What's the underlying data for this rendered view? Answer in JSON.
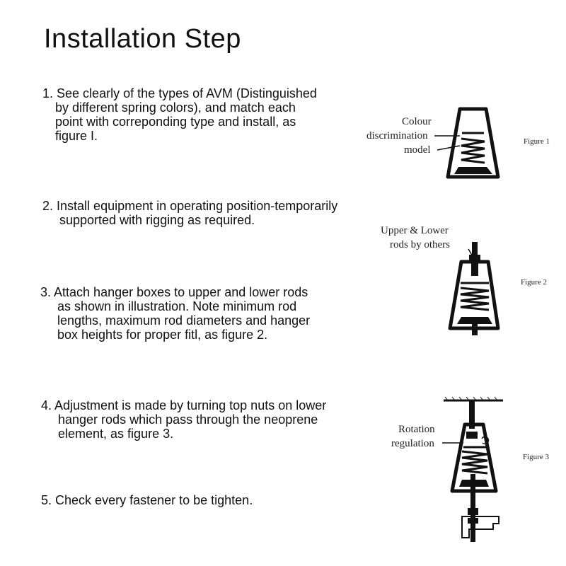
{
  "title": "Installation Step",
  "steps": [
    {
      "number": "1.",
      "lines": [
        "See clearly of the types of AVM (Distinguished",
        "by different spring colors), and match each",
        "point with correponding type and install, as",
        "figure I."
      ]
    },
    {
      "number": "2.",
      "lines": [
        "Install equipment in operating position-temporarily",
        "supported with rigging as required."
      ]
    },
    {
      "number": "3.",
      "lines": [
        "Attach hanger boxes to upper and lower rods",
        "as shown in illustration. Note minimum rod",
        "lengths, maximum rod diameters and hanger",
        "box heights for proper fitl, as figure 2."
      ]
    },
    {
      "number": "4.",
      "lines": [
        "Adjustment is made by turning top nuts on lower",
        "hanger rods which pass through the neoprene",
        "element, as figure 3."
      ]
    },
    {
      "number": "5.",
      "lines": [
        "Check every fastener to be tighten."
      ]
    }
  ],
  "figures": [
    {
      "caption": "Figure 1",
      "labels": [
        "Colour",
        "discrimination",
        "model"
      ]
    },
    {
      "caption": "Figure 2",
      "labels": [
        "Upper & Lower",
        "rods by others"
      ]
    },
    {
      "caption": "Figure 3",
      "labels": [
        "Rotation",
        "regulation"
      ]
    }
  ]
}
